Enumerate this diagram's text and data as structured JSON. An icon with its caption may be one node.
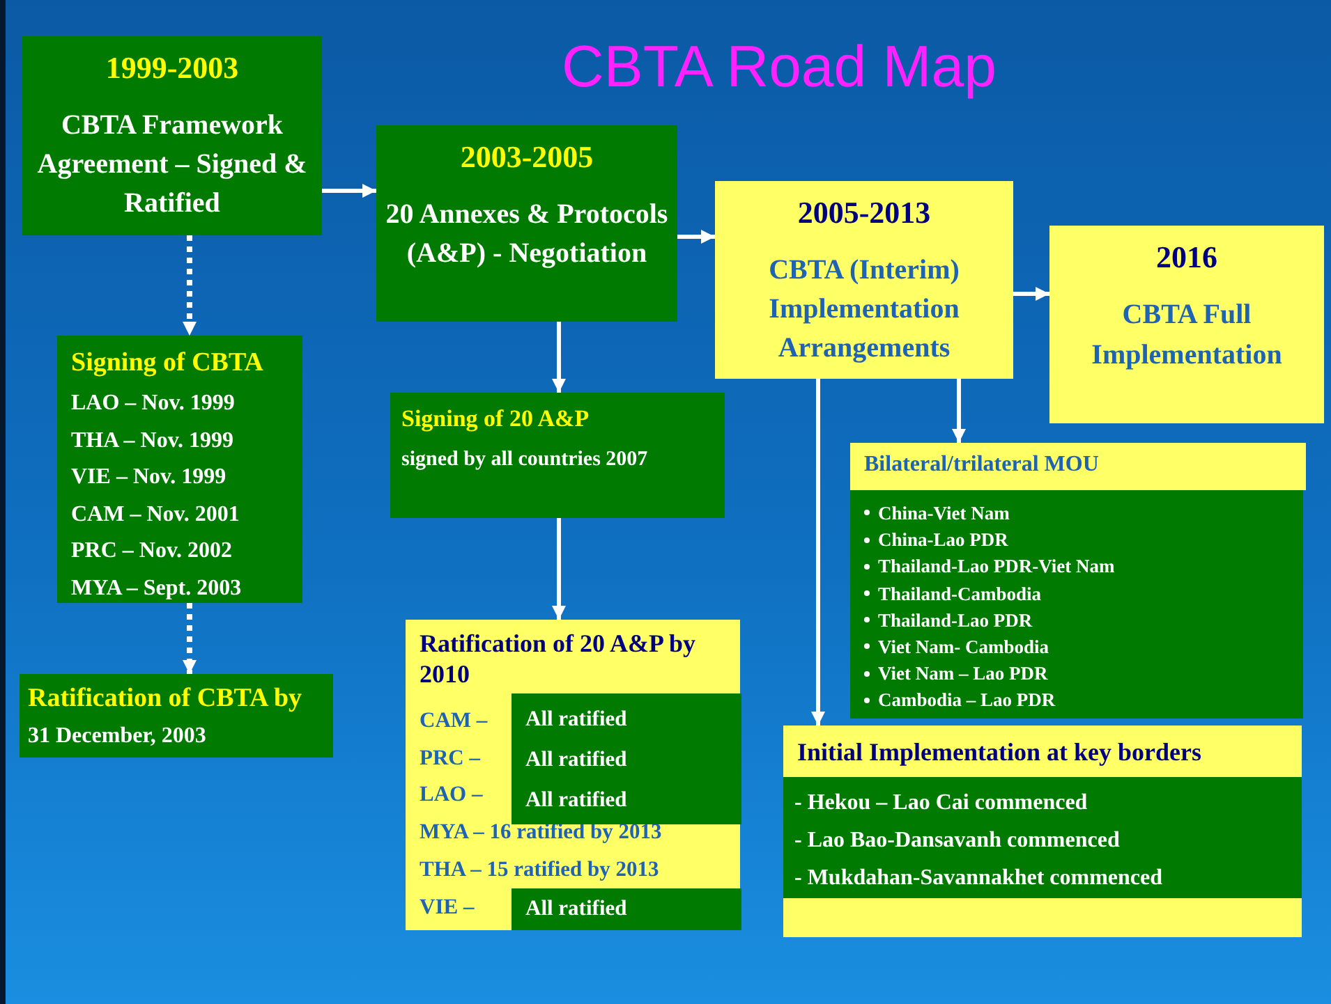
{
  "diagram": {
    "title": "CBTA Road Map",
    "nodes": [
      {
        "text": [
          "1999-2003",
          "CBTA Framework Agreement – Signed & Ratified"
        ]
      },
      {
        "text": [
          "2003-2005",
          "20 Annexes & Protocols (A&P) - Negotiation"
        ]
      },
      {
        "text": [
          "2005-2013",
          "CBTA (Interim) Implementation Arrangements"
        ]
      },
      {
        "text": [
          "2016",
          "CBTA Full Implementation"
        ]
      },
      {
        "text": [
          "Signing of CBTA",
          "LAO –  Nov. 1999",
          "THA –  Nov. 1999",
          "VIE  –  Nov. 1999",
          "CAM – Nov. 2001",
          "PRC  –  Nov. 2002",
          "MYA – Sept. 2003"
        ]
      },
      {
        "text": [
          "Ratification of CBTA by",
          "31 December, 2003"
        ]
      },
      {
        "text": [
          "Signing of 20 A&P",
          "signed by all countries 2007"
        ]
      },
      {
        "text": [
          "Ratification of 20 A&P by 2010",
          "CAM –",
          "PRC  –",
          "LAO –",
          "MYA – 16 ratified by 2013",
          "THA –  15 ratified by 2013",
          "VIE  –"
        ]
      },
      {
        "text": [
          "All  ratified",
          "All  ratified",
          "All  ratified"
        ],
        "in": 7
      },
      {
        "text": [
          "All ratified"
        ],
        "in": 7
      },
      {
        "text": [
          "Bilateral/trilateral MOU"
        ]
      },
      {
        "text": [
          "China-Viet Nam",
          "China-Lao PDR",
          "Thailand-Lao PDR-Viet Nam",
          "Thailand-Cambodia",
          "Thailand-Lao PDR",
          "Viet Nam- Cambodia",
          "Viet Nam – Lao PDR",
          "Cambodia – Lao PDR"
        ]
      },
      {
        "text": [
          "Initial Implementation at key borders"
        ]
      },
      {
        "text": [
          "- Hekou – Lao Cai commenced",
          "-  Lao Bao-Dansavanh commenced",
          "- Mukdahan-Savannakhet commenced"
        ],
        "in": 12
      }
    ],
    "edges": [
      {
        "from": 0,
        "to": 1,
        "arrow": "to"
      },
      {
        "from": 1,
        "to": 2,
        "arrow": "to"
      },
      {
        "from": 2,
        "to": 3,
        "arrow": "to"
      },
      {
        "from": 0,
        "to": 4,
        "arrow": "to",
        "style": "dashed"
      },
      {
        "from": 4,
        "to": 5,
        "arrow": "to",
        "style": "dashed"
      },
      {
        "from": 1,
        "to": 6,
        "arrow": "to"
      },
      {
        "from": 6,
        "to": 7,
        "arrow": "to"
      },
      {
        "from": 2,
        "to": 10,
        "arrow": "to"
      },
      {
        "from": 2,
        "to": 12,
        "arrow": "to"
      }
    ]
  }
}
